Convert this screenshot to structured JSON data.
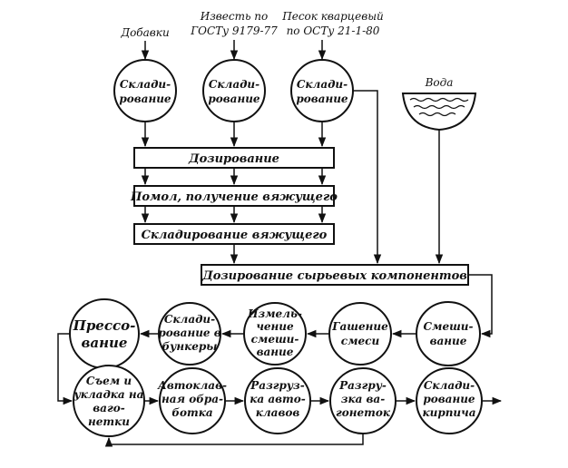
{
  "inputs": {
    "additives": "Добавки",
    "lime": [
      "Известь по",
      "ГОСТу 9179-77"
    ],
    "sand": [
      "Песок кварцевый",
      "по ОСТу 21-1-80"
    ],
    "water": "Вода"
  },
  "top_nodes": {
    "storage_additives": [
      "Склади-",
      "рование"
    ],
    "storage_lime": [
      "Склади-",
      "рование"
    ],
    "storage_sand": [
      "Склади-",
      "рование"
    ]
  },
  "bars": {
    "dosing": "Дозирование",
    "grinding": "Помол, получение вяжущего",
    "binder_storage": "Складирование вяжущего",
    "raw_dosing": "Дозирование сырьевых компонентов"
  },
  "row1": {
    "pressing": [
      "Прессо-",
      "вание"
    ],
    "bunker_storage": [
      "Склади-",
      "рование в",
      "бункеры"
    ],
    "regrinding": [
      "Измель-",
      "чение",
      "смеши-",
      "вание"
    ],
    "slaking": [
      "Гашение",
      "смеси"
    ],
    "mixing": [
      "Смеши-",
      "вание"
    ]
  },
  "row2": {
    "removal": [
      "Съем и",
      "укладка на",
      "ваго-",
      "нетки"
    ],
    "autoclave": [
      "Автоклав-",
      "ная обра-",
      "ботка"
    ],
    "unload_autoclave": [
      "Разгруз-",
      "ка авто-",
      "клавов"
    ],
    "unload_carts": [
      "Разгру-",
      "зка ва-",
      "гонеток"
    ],
    "brick_storage": [
      "Склади-",
      "рование",
      "кирпича"
    ]
  }
}
